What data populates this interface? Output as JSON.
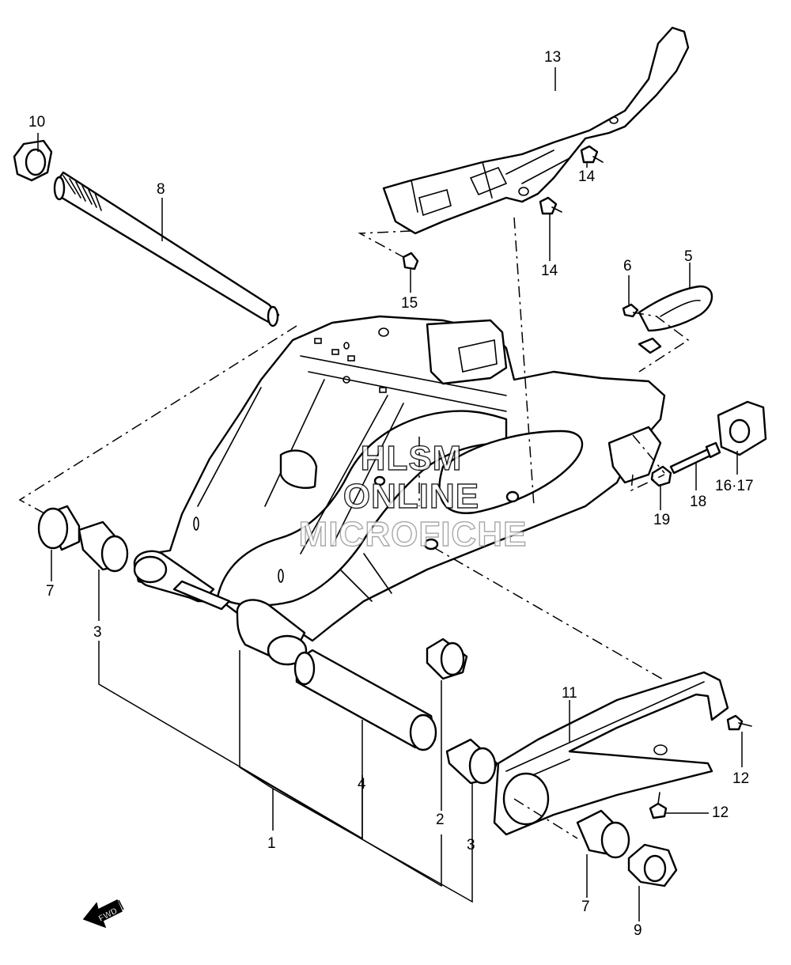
{
  "callouts": {
    "c1": "1",
    "c2": "2",
    "c3a": "3",
    "c3b": "3",
    "c4": "4",
    "c5": "5",
    "c6": "6",
    "c7a": "7",
    "c7b": "7",
    "c8": "8",
    "c9": "9",
    "c10": "10",
    "c11": "11",
    "c12a": "12",
    "c12b": "12",
    "c13": "13",
    "c14a": "14",
    "c14b": "14",
    "c15": "15",
    "c16_17": "16·17",
    "c18": "18",
    "c19": "19"
  },
  "watermark": {
    "line1": "HLSM",
    "line2": "ONLINE",
    "line3": "MICROFICHE"
  },
  "fwd_label": "FWD"
}
